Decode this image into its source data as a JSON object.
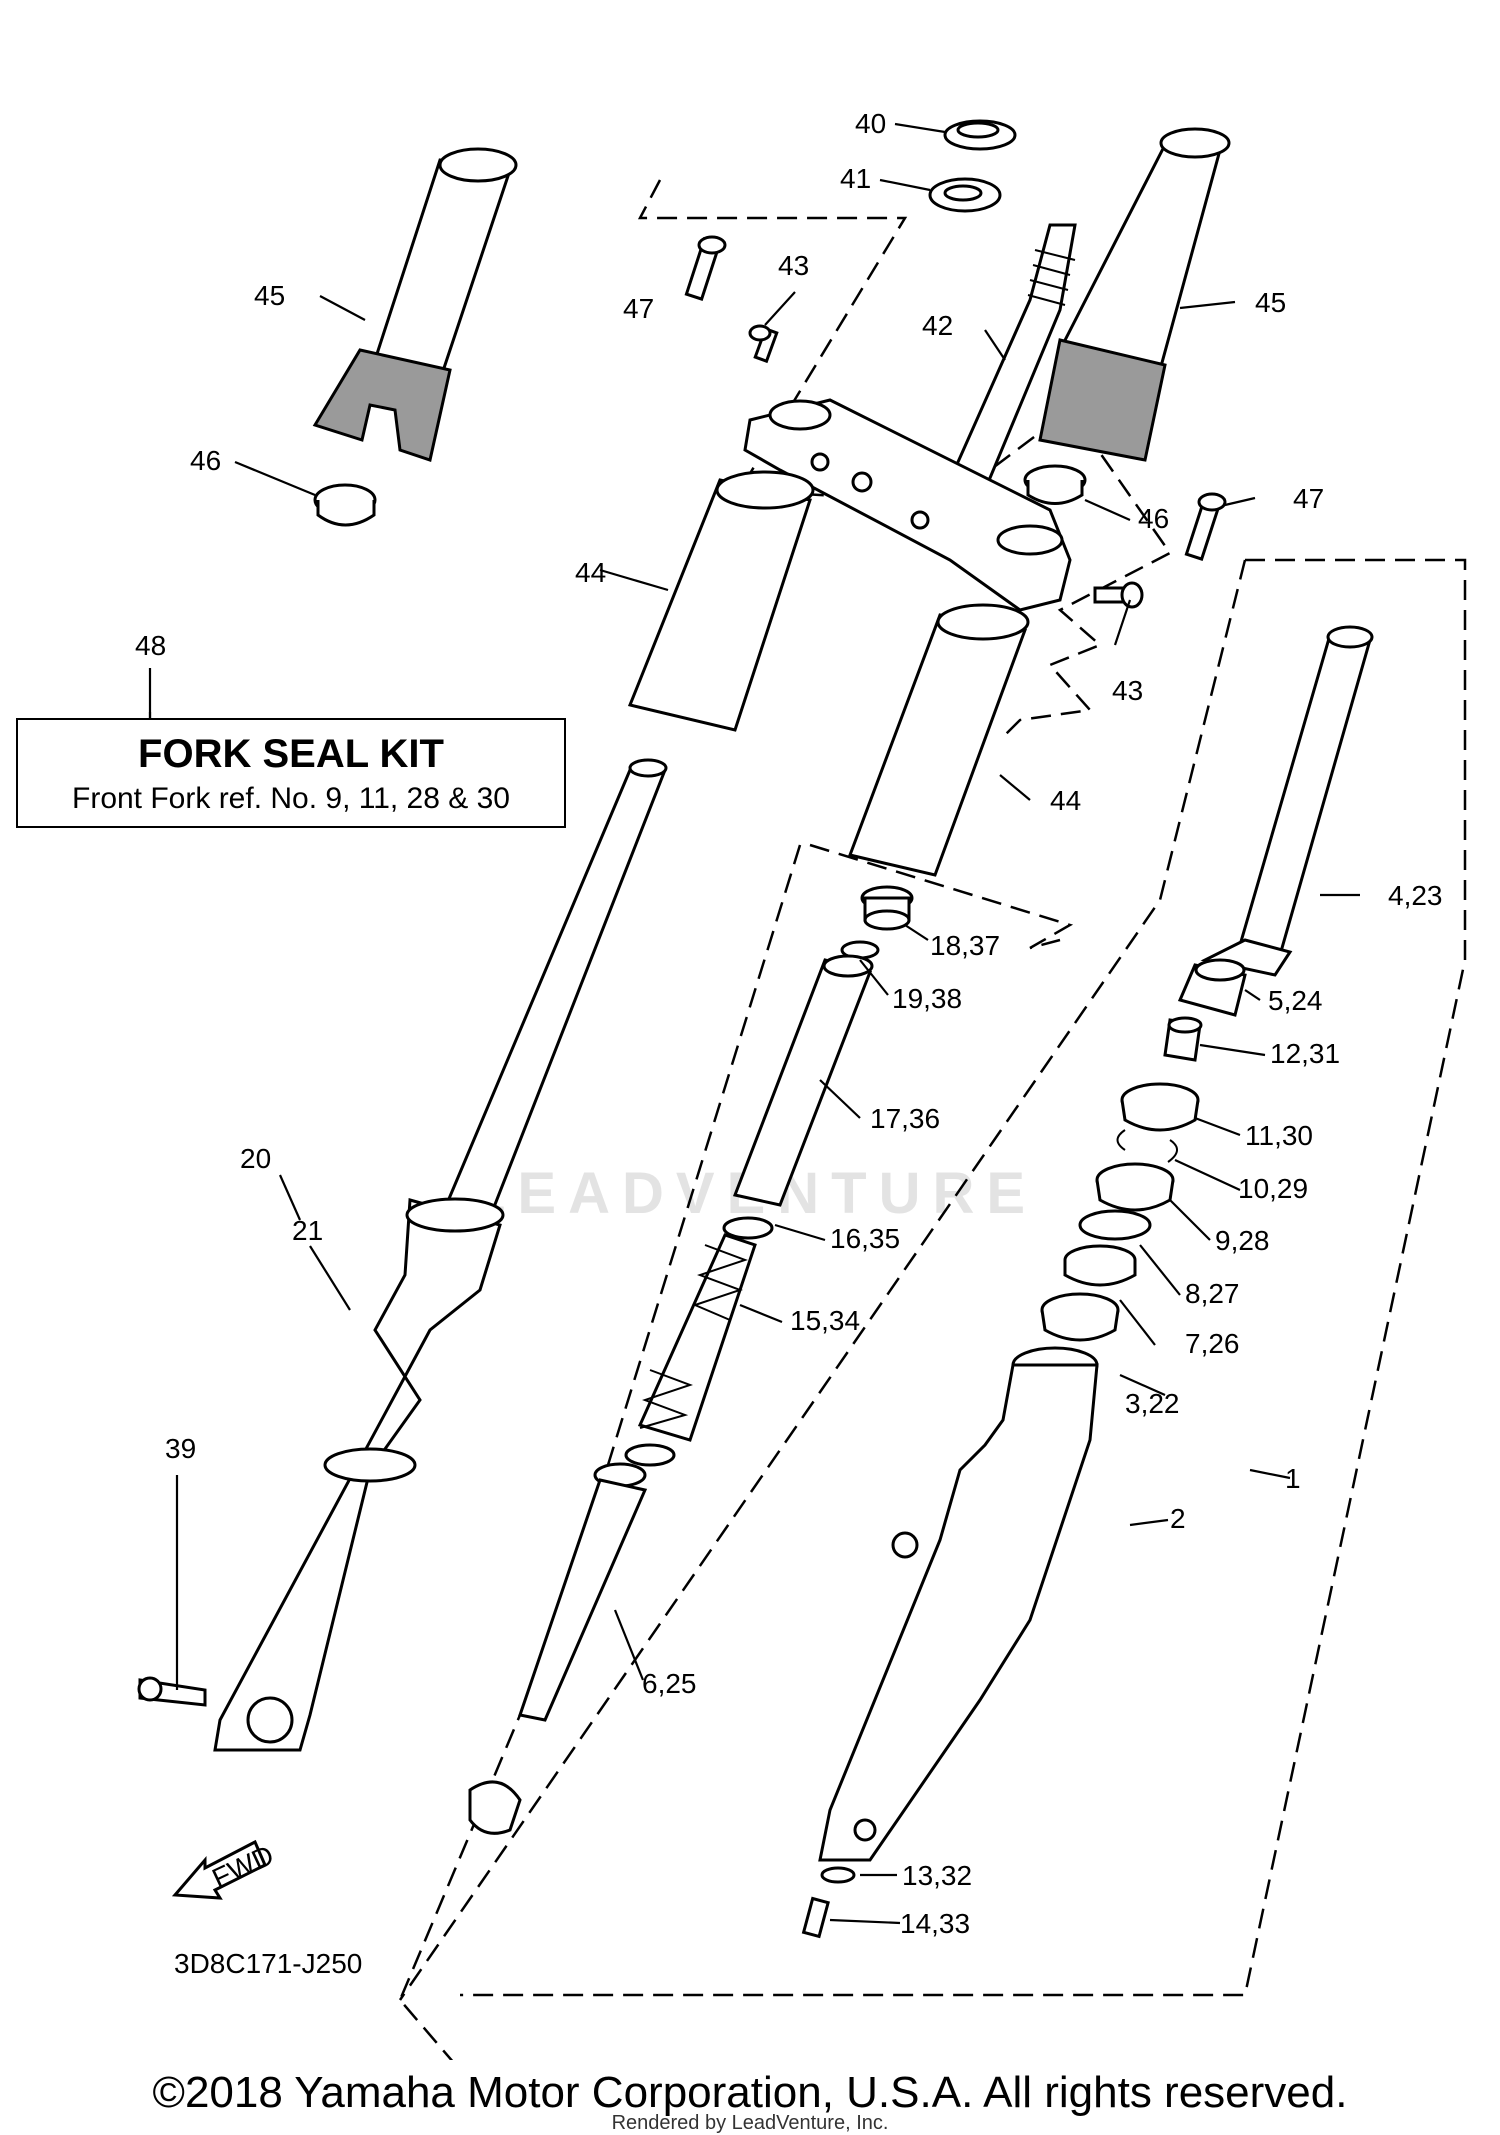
{
  "kit": {
    "ref": "48",
    "title": "FORK SEAL KIT",
    "subtitle": "Front Fork ref. No. 9, 11, 28 & 30"
  },
  "callouts": [
    "40",
    "41",
    "42",
    "43",
    "43",
    "44",
    "44",
    "45",
    "45",
    "46",
    "46",
    "47",
    "47",
    "18,37",
    "19,38",
    "17,36",
    "16,35",
    "15,34",
    "6,25",
    "4,23",
    "5,24",
    "12,31",
    "11,30",
    "10,29",
    "9,28",
    "8,27",
    "7,26",
    "3,22",
    "1",
    "2",
    "13,32",
    "14,33",
    "20",
    "21",
    "39"
  ],
  "fwd_label": "FWD",
  "catalog_code": "3D8C171-J250",
  "watermark": "LEADVENTURE",
  "copyright": "©2018 Yamaha Motor Corporation, U.S.A. All rights reserved.",
  "rendered_by": "Rendered by LeadVenture, Inc."
}
